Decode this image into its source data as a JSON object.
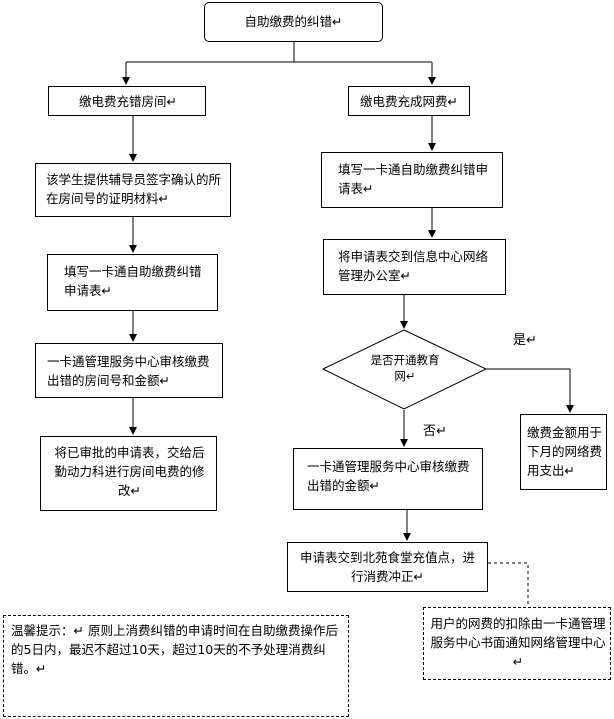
{
  "title": "自助缴费的纠错↵",
  "left_branch": {
    "step1": "缴电费充错房间↵",
    "step2": "该学生提供辅导员签字确认的所在房间号的证明材料↵",
    "step3": "填写一卡通自助缴费纠错申请表↵",
    "step4": "一卡通管理服务中心审核缴费出错的房间号和金额↵",
    "step5": "将已审批的申请表，交给后勤动力科进行房间电费的修改↵"
  },
  "right_branch": {
    "step1": "缴电费充成网费↵",
    "step2": "填写一卡通自助缴费纠错申请表↵",
    "step3": "将申请表交到信息中心网络管理办公室↵",
    "decision": "是否开通教育网↵",
    "yes_label": "是↵",
    "no_label": "否↵",
    "yes_result": "缴费金额用于下月的网络费用支出↵",
    "no_step1": "一卡通管理服务中心审核缴费出错的金额↵",
    "no_step2": "申请表交到北苑食堂充值点，进行消费冲正↵",
    "note": "用户的网费的扣除由一卡通管理服务中心书面通知网络管理中心↵"
  },
  "tip": {
    "heading": "温馨提示：↵",
    "body": "原则上消费纠错的申请时间在自助缴费操作后的5日内，最迟不超过10天，超过10天的不予处理消费纠错。↵"
  }
}
